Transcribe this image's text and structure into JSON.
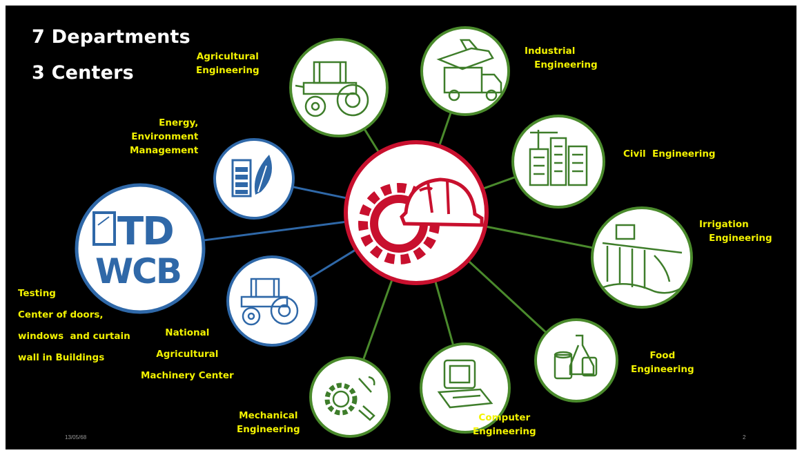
{
  "headings": {
    "departments": "7 Departments",
    "centers": "3 Centers"
  },
  "departments": {
    "agricultural": "Agricultural\nEngineering",
    "industrial": "Industrial\n   Engineering",
    "civil": "Civil  Engineering",
    "irrigation": "Irrigation\n   Engineering",
    "food": "Food\nEngineering",
    "computer": "Computer\nEngineering",
    "mechanical": "Mechanical\nEngineering"
  },
  "centers": {
    "energy": "Energy,\nEnvironment\nManagement",
    "tdwcb_logo": "TD WCB",
    "tdwcb": "Testing\nCenter of doors,\nwindows  and curtain\nwall in Buildings",
    "agri_machinery": "National\nAgricultural\nMachinery Center"
  },
  "footer": {
    "date": "13/05/68",
    "page": "2"
  },
  "colors": {
    "background": "#000000",
    "department_ring": "#4a8a2c",
    "center_ring": "#2f68a8",
    "hub_ring": "#c8102e",
    "label_text": "#f2f200",
    "heading_text": "#ffffff"
  },
  "icons": {
    "hub": "gear-hardhat-icon",
    "agricultural": "tractor-icon",
    "industrial": "truck-airplane-icon",
    "civil": "buildings-icon",
    "irrigation": "dam-icon",
    "food": "food-jars-icon",
    "computer": "computer-icon",
    "mechanical": "gear-wrench-icon",
    "energy": "battery-leaf-icon",
    "agri_machinery": "tractor-icon"
  }
}
